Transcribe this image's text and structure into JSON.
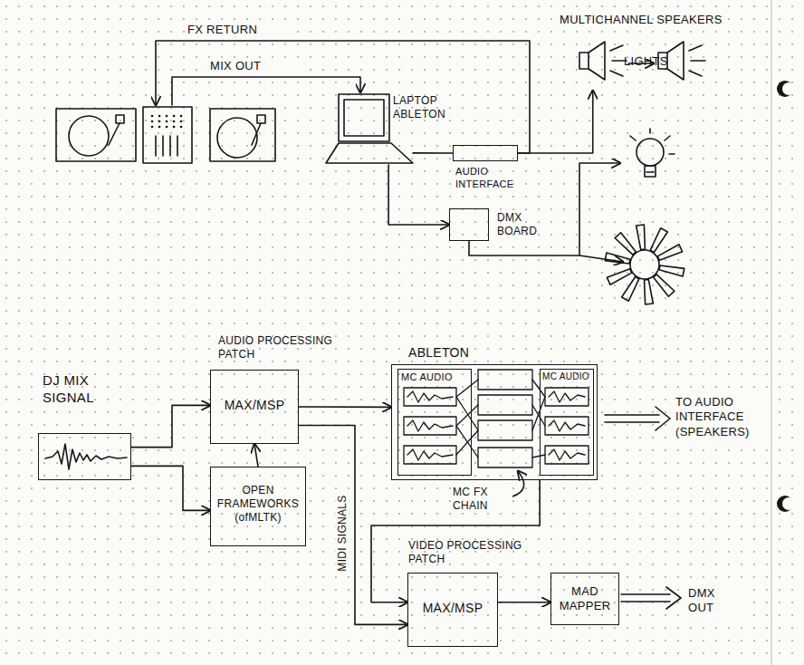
{
  "diagram": {
    "nodes": [
      {
        "text": [
          "LAPTOP ABLETON"
        ]
      },
      {
        "text": [
          "AUDIO INTERFACE"
        ]
      },
      {
        "text": [
          "DMX BOARD"
        ]
      },
      {
        "text": [
          "MULTICHANNEL SPEAKERS"
        ]
      },
      {
        "text": [
          "LIGHTS"
        ]
      },
      {
        "text": [
          "DJ MIX SIGNAL"
        ]
      },
      {
        "text": [
          "AUDIO PROCESSING PATCH",
          "MAX/MSP"
        ]
      },
      {
        "text": [
          "OPEN FRAMEWORKS (ofMLTK)"
        ]
      },
      {
        "text": [
          "ABLETON"
        ]
      },
      {
        "text": [
          "MC AUDIO"
        ],
        "in": 8
      },
      {
        "text": [
          "MC AUDIO"
        ],
        "in": 8
      },
      {
        "text": [
          "VIDEO PROCESSING PATCH",
          "MAX/MSP"
        ]
      },
      {
        "text": [
          "MAD MAPPER"
        ]
      }
    ],
    "edges": [
      {
        "from": 0,
        "to": 1,
        "arrow": "none"
      },
      {
        "from": 1,
        "to": 3,
        "arrow": "to"
      },
      {
        "from": 0,
        "to": 2,
        "arrow": "to"
      },
      {
        "from": 2,
        "to": 4,
        "arrow": "to"
      },
      {
        "from": 5,
        "to": 6,
        "arrow": "to"
      },
      {
        "from": 5,
        "to": 7,
        "arrow": "to"
      },
      {
        "from": 7,
        "to": 6,
        "arrow": "to"
      },
      {
        "from": 6,
        "to": 8,
        "arrow": "to"
      },
      {
        "from": 6,
        "to": 11,
        "label": "MIDI SIGNALS",
        "arrow": "to"
      },
      {
        "from": 8,
        "to": 11,
        "arrow": "to"
      },
      {
        "from": 11,
        "to": 12,
        "arrow": "to"
      }
    ],
    "labels": [
      "FX RETURN",
      "MIX OUT",
      "MC FX CHAIN",
      "TO AUDIO INTERFACE (SPEAKERS)",
      "DMX OUT"
    ]
  }
}
